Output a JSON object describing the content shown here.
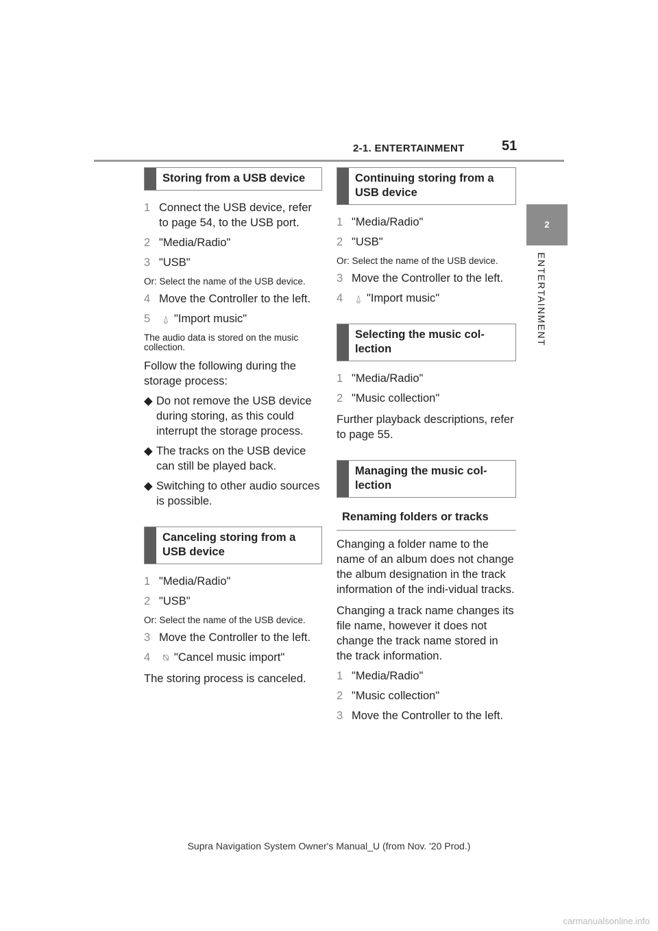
{
  "header": {
    "section_title": "2-1. ENTERTAINMENT",
    "page_number": "51"
  },
  "side_tab": {
    "chapter_number": "2",
    "chapter_label": "ENTERTAINMENT"
  },
  "left": {
    "storing": {
      "heading": "Storing from a USB device",
      "steps": [
        {
          "num": "1",
          "text": "Connect the USB device, refer to page 54, to the USB port."
        },
        {
          "num": "2",
          "text": "\"Media/Radio\""
        },
        {
          "num": "3",
          "text": "\"USB\""
        }
      ],
      "note": "Or: Select the name of the USB device.",
      "step4": {
        "num": "4",
        "text": "Move the Controller to the left."
      },
      "step5": {
        "num": "5",
        "icon": "import-icon",
        "text": "\"Import music\""
      },
      "note2": "The audio data is stored on the music collection.",
      "follow": "Follow the following during the storage process:",
      "bullets": [
        "Do not remove the USB device during storing, as this could interrupt the storage process.",
        "The tracks on the USB device can still be played back.",
        "Switching to other audio sources is possible."
      ]
    },
    "canceling": {
      "heading": "Canceling storing from a USB device",
      "steps": [
        {
          "num": "1",
          "text": "\"Media/Radio\""
        },
        {
          "num": "2",
          "text": "\"USB\""
        }
      ],
      "note": "Or: Select the name of the USB device.",
      "step3": {
        "num": "3",
        "text": "Move the Controller to the left."
      },
      "step4": {
        "num": "4",
        "icon": "cancel-import-icon",
        "text": "\"Cancel music import\""
      },
      "result": "The storing process is canceled."
    }
  },
  "right": {
    "continuing": {
      "heading": "Continuing storing from a USB device",
      "steps": [
        {
          "num": "1",
          "text": "\"Media/Radio\""
        },
        {
          "num": "2",
          "text": "\"USB\""
        }
      ],
      "note": "Or: Select the name of the USB device.",
      "step3": {
        "num": "3",
        "text": "Move the Controller to the left."
      },
      "step4": {
        "num": "4",
        "icon": "import-icon",
        "text": "\"Import music\""
      }
    },
    "selecting": {
      "heading": "Selecting the music col-lection",
      "steps": [
        {
          "num": "1",
          "text": "\"Media/Radio\""
        },
        {
          "num": "2",
          "text": "\"Music collection\""
        }
      ],
      "further": "Further playback descriptions, refer to page 55."
    },
    "managing": {
      "heading": "Managing the music col-lection",
      "subheading": "Renaming folders or tracks",
      "para1": "Changing a folder name to the name of an album does not change the album designation in the track information of the indi-vidual tracks.",
      "para2": "Changing a track name changes its file name, however it does not change the track name stored in the track information.",
      "steps": [
        {
          "num": "1",
          "text": "\"Media/Radio\""
        },
        {
          "num": "2",
          "text": "\"Music collection\""
        },
        {
          "num": "3",
          "text": "Move the Controller to the left."
        }
      ]
    }
  },
  "footer": "Supra Navigation System Owner's Manual_U (from Nov. '20 Prod.)",
  "watermark": "carmanualsonline.info"
}
